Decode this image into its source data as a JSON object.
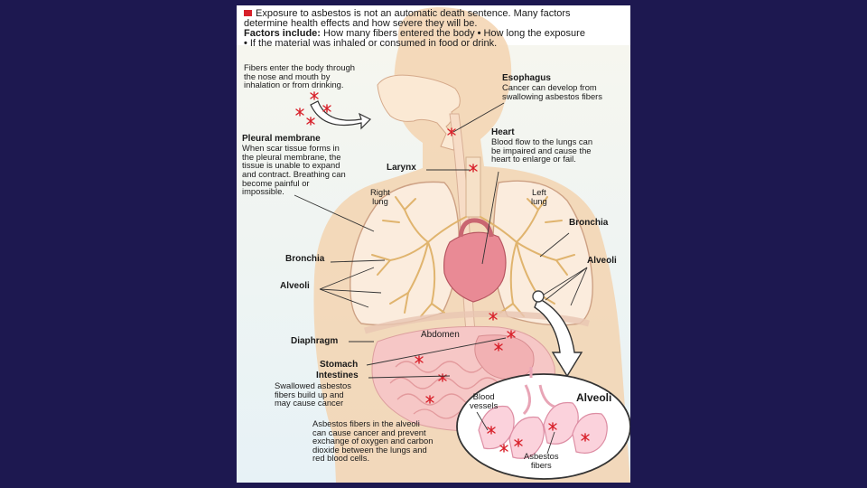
{
  "header": {
    "line1": "Exposure to asbestos is not an automatic death sentence. Many factors",
    "line2": "determine health effects and how severe they will be.",
    "factors_label": "Factors include:",
    "factor1": "How many fibers entered the body",
    "factor2": "How long the exposure",
    "factor3": "If the material was inhaled or consumed in food or drink."
  },
  "entry_note": [
    "Fibers enter the body through",
    "the nose and mouth by",
    "inhalation or from drinking."
  ],
  "esophagus": {
    "title": "Esophagus",
    "desc": [
      "Cancer can develop from",
      "swallowing asbestos fibers"
    ]
  },
  "heart": {
    "title": "Heart",
    "desc": [
      "Blood flow to the lungs can",
      "be impaired and cause the",
      "heart to enlarge or fail."
    ]
  },
  "pleural": {
    "title": "Pleural membrane",
    "desc": [
      "When scar tissue forms in",
      "the pleural membrane, the",
      "tissue is unable to expand",
      "and contract. Breathing can",
      "become painful or",
      "impossible."
    ]
  },
  "larynx": "Larynx",
  "right_lung": [
    "Right",
    "lung"
  ],
  "left_lung": [
    "Left",
    "lung"
  ],
  "bronchia_left": "Bronchia",
  "bronchia_right": "Bronchia",
  "alveoli_left": "Alveoli",
  "alveoli_right": "Alveoli",
  "diaphragm": "Diaphragm",
  "abdomen": "Abdomen",
  "stomach": "Stomach",
  "intestines": "Intestines",
  "swallowed_note": [
    "Swallowed asbestos",
    "fibers build up and",
    "may cause cancer"
  ],
  "alveoli_note": [
    "Asbestos fibers in the alveoli",
    "can cause cancer and prevent",
    "exchange of oxygen and carbon",
    "dioxide between the lungs and",
    "red blood cells."
  ],
  "inset": {
    "title": "Alveoli",
    "blood_vessels": [
      "Blood",
      "vessels"
    ],
    "asbestos_fibers": [
      "Asbestos",
      "fibers"
    ]
  },
  "colors": {
    "slide_background": "#1d1850",
    "panel_background": "#ffffff",
    "fiber_red": "#d8202a",
    "body_silhouette": "#f3d3b0",
    "lung_tissue": "#e3c090",
    "heart": "#e98a95"
  }
}
